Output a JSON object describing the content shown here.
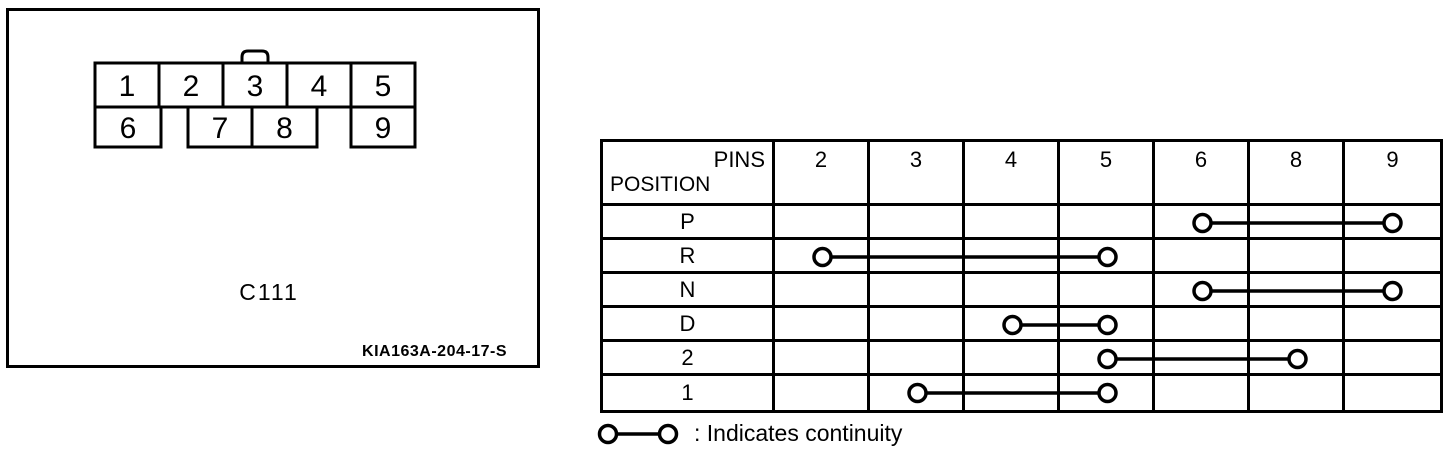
{
  "figure": {
    "connector_id": "C111",
    "figure_code": "KIA163A-204-17-S",
    "connector": {
      "top_row_pins": [
        "1",
        "2",
        "3",
        "4",
        "5"
      ],
      "bottom_row_pins": [
        "6",
        "7",
        "8",
        "9"
      ]
    }
  },
  "continuity_table": {
    "header": {
      "pins_label": "PINS",
      "position_label": "POSITION"
    },
    "pin_columns": [
      "2",
      "3",
      "4",
      "5",
      "6",
      "8",
      "9"
    ],
    "rows": [
      {
        "position": "P",
        "continuity": [
          "6",
          "9"
        ]
      },
      {
        "position": "R",
        "continuity": [
          "2",
          "5"
        ]
      },
      {
        "position": "N",
        "continuity": [
          "6",
          "9"
        ]
      },
      {
        "position": "D",
        "continuity": [
          "4",
          "5"
        ]
      },
      {
        "position": "2",
        "continuity": [
          "5",
          "8"
        ]
      },
      {
        "position": "1",
        "continuity": [
          "3",
          "5"
        ]
      }
    ]
  },
  "legend": {
    "symbol_icon": "continuity-symbol",
    "text": ": Indicates continuity"
  },
  "colors": {
    "ink": "#000000",
    "background": "#ffffff"
  }
}
